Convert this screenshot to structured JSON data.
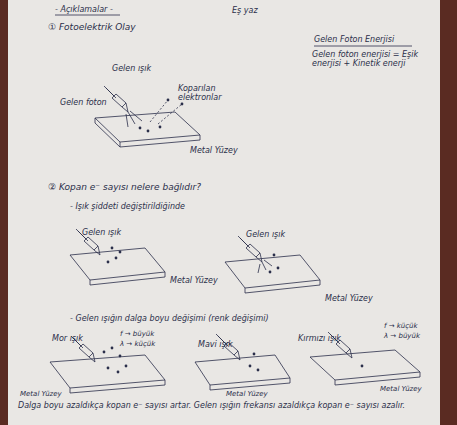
{
  "diagram": {
    "title": "- Açıklamalar -",
    "labels": [
      "Eş yaz",
      "① Fotoelektrik Olay",
      "Gelen Foton Enerjisi",
      "Gelen foton enerjisi = Eşik enerjisi + Kinetik enerji",
      "Gelen ışık",
      "Gelen foton",
      "Koparılan elektronlar",
      "Metal Yüzey",
      "② Kopan e⁻ sayısı nelere bağlıdır?",
      "- Işık şiddeti değiştirildiğinde",
      "Gelen ışık",
      "Metal Yüzey",
      "Gelen ışık",
      "Metal Yüzey",
      "- Gelen ışığın dalga boyu değişimi (renk değişimi)",
      "f → büyük",
      "λ → küçük",
      "Mor ışık",
      "Mavi ışık",
      "Kırmızı ışık",
      "f → küçük",
      "λ → büyük",
      "Metal Yüzey",
      "Metal Yüzey",
      "Metal Yüzey",
      "Dalga boyu azaldıkça kopan e⁻ sayısı artar. Gelen ışığın frekansı azaldıkça kopan e⁻ sayısı azalır."
    ]
  }
}
